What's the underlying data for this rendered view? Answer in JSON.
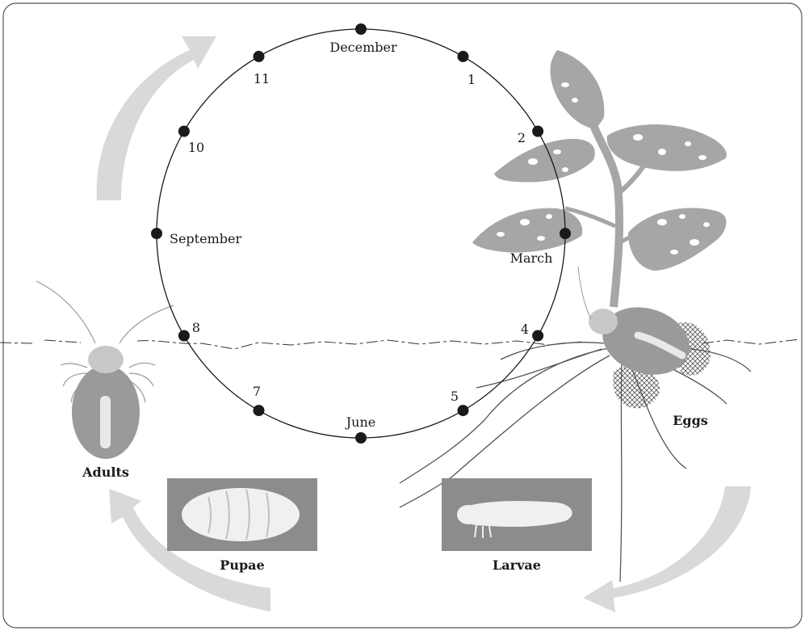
{
  "diagram": {
    "months": [
      {
        "key": "dec",
        "label": "December"
      },
      {
        "key": "m1",
        "label": "1"
      },
      {
        "key": "m2",
        "label": "2"
      },
      {
        "key": "mar",
        "label": "March"
      },
      {
        "key": "m4",
        "label": "4"
      },
      {
        "key": "m5",
        "label": "5"
      },
      {
        "key": "jun",
        "label": "June"
      },
      {
        "key": "m7",
        "label": "7"
      },
      {
        "key": "m8",
        "label": "8"
      },
      {
        "key": "sep",
        "label": "September"
      },
      {
        "key": "m10",
        "label": "10"
      },
      {
        "key": "m11",
        "label": "11"
      }
    ],
    "stages": {
      "adults": "Adults",
      "pupae": "Pupae",
      "larvae": "Larvae",
      "eggs": "Eggs"
    },
    "colors": {
      "arrow": "#d9d9d9",
      "plant": "#a6a6a6",
      "insect_body": "#9a9a9a",
      "box": "#8c8c8c",
      "dot": "#1a1a1a"
    }
  }
}
